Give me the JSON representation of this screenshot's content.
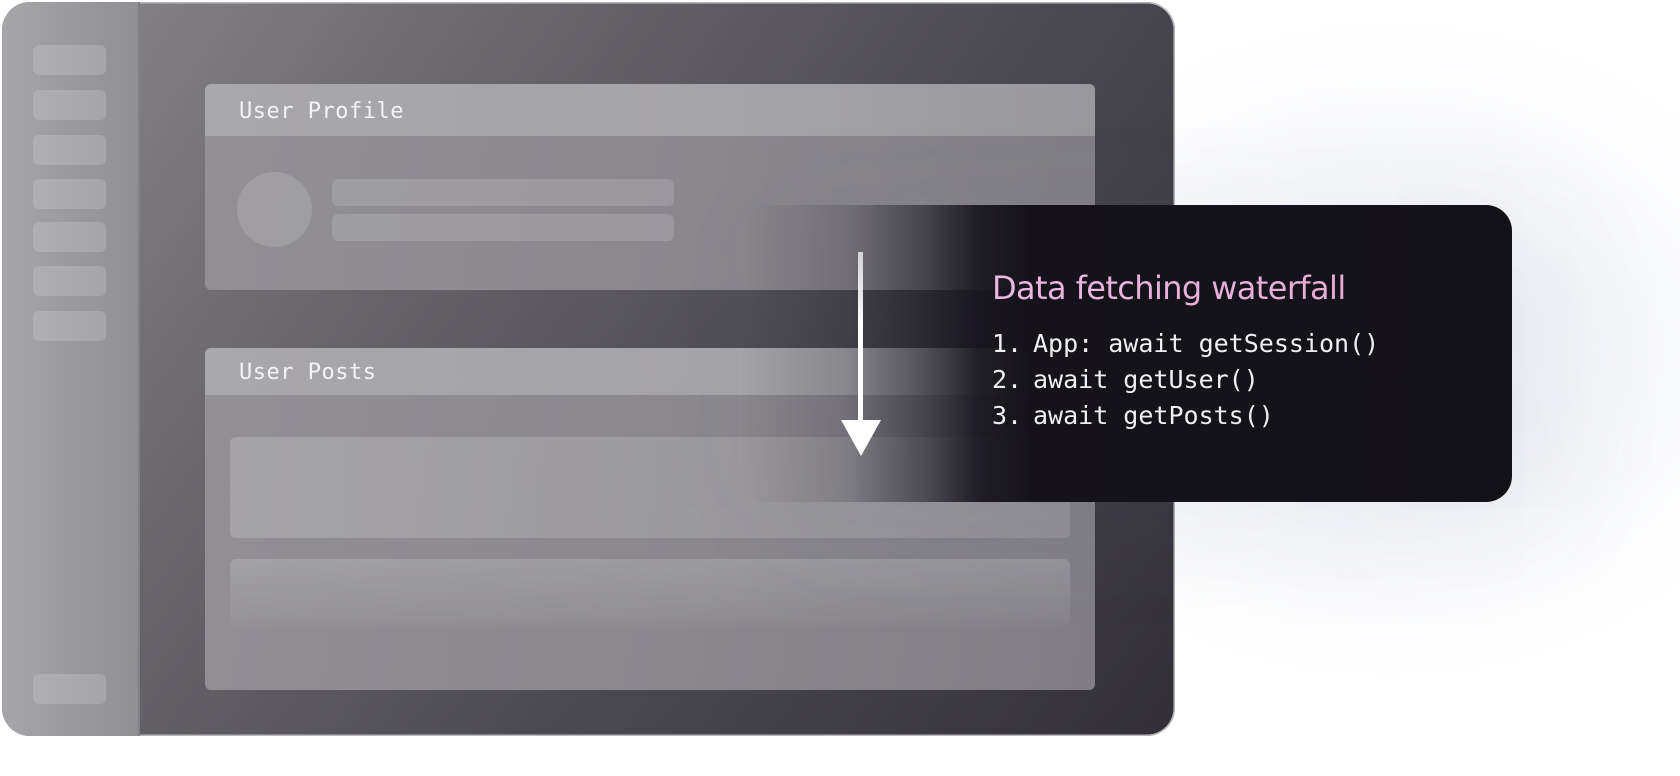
{
  "window": {
    "sidebar": {
      "item_count": 8
    }
  },
  "profile_panel": {
    "title": "User Profile"
  },
  "posts_panel": {
    "title": "User Posts"
  },
  "callout": {
    "title": "Data fetching waterfall",
    "steps": [
      {
        "number": "1.",
        "code": "App: await getSession()"
      },
      {
        "number": "2.",
        "code": "await getUser()"
      },
      {
        "number": "3.",
        "code": "await getPosts()"
      }
    ],
    "arrow_icon": "arrow-down-icon"
  },
  "colors": {
    "title_gradient_start": "#eab8e3",
    "callout_background": "#13111a",
    "window_dark": "#322f37"
  }
}
